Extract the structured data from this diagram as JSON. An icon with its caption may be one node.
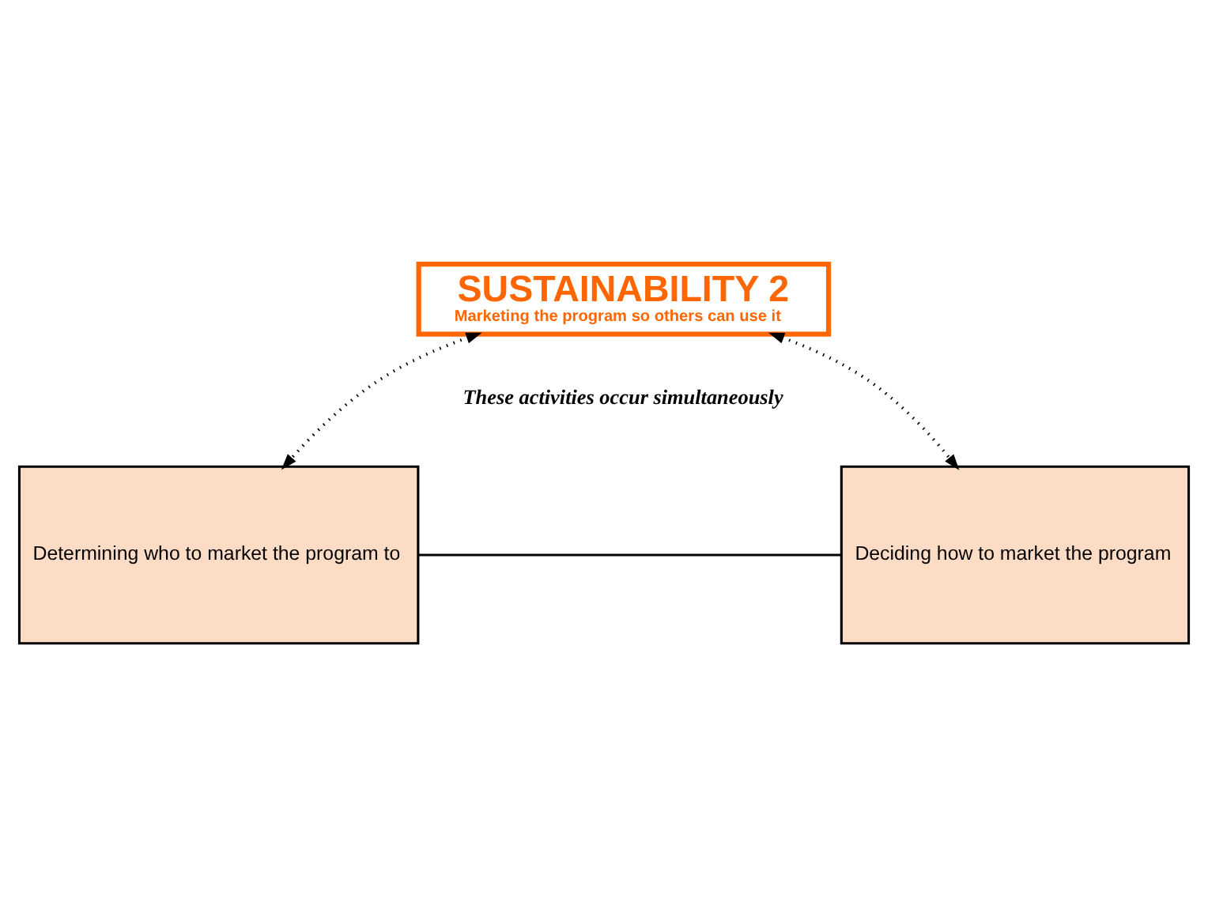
{
  "diagram": {
    "nodes": [
      {
        "text": [
          "SUSTAINABILITY 2",
          "Marketing the program so others can use it"
        ]
      },
      {
        "text": [
          "Determining who to market the program to"
        ]
      },
      {
        "text": [
          "Deciding how to market the program"
        ]
      }
    ],
    "edges": [
      {
        "from": 0,
        "to": 1,
        "arrow": "both",
        "style": "dashed"
      },
      {
        "from": 0,
        "to": 2,
        "arrow": "both",
        "style": "dashed"
      },
      {
        "from": 1,
        "to": 2,
        "arrow": "none"
      }
    ],
    "labels": [
      "These activities occur simultaneously"
    ]
  }
}
